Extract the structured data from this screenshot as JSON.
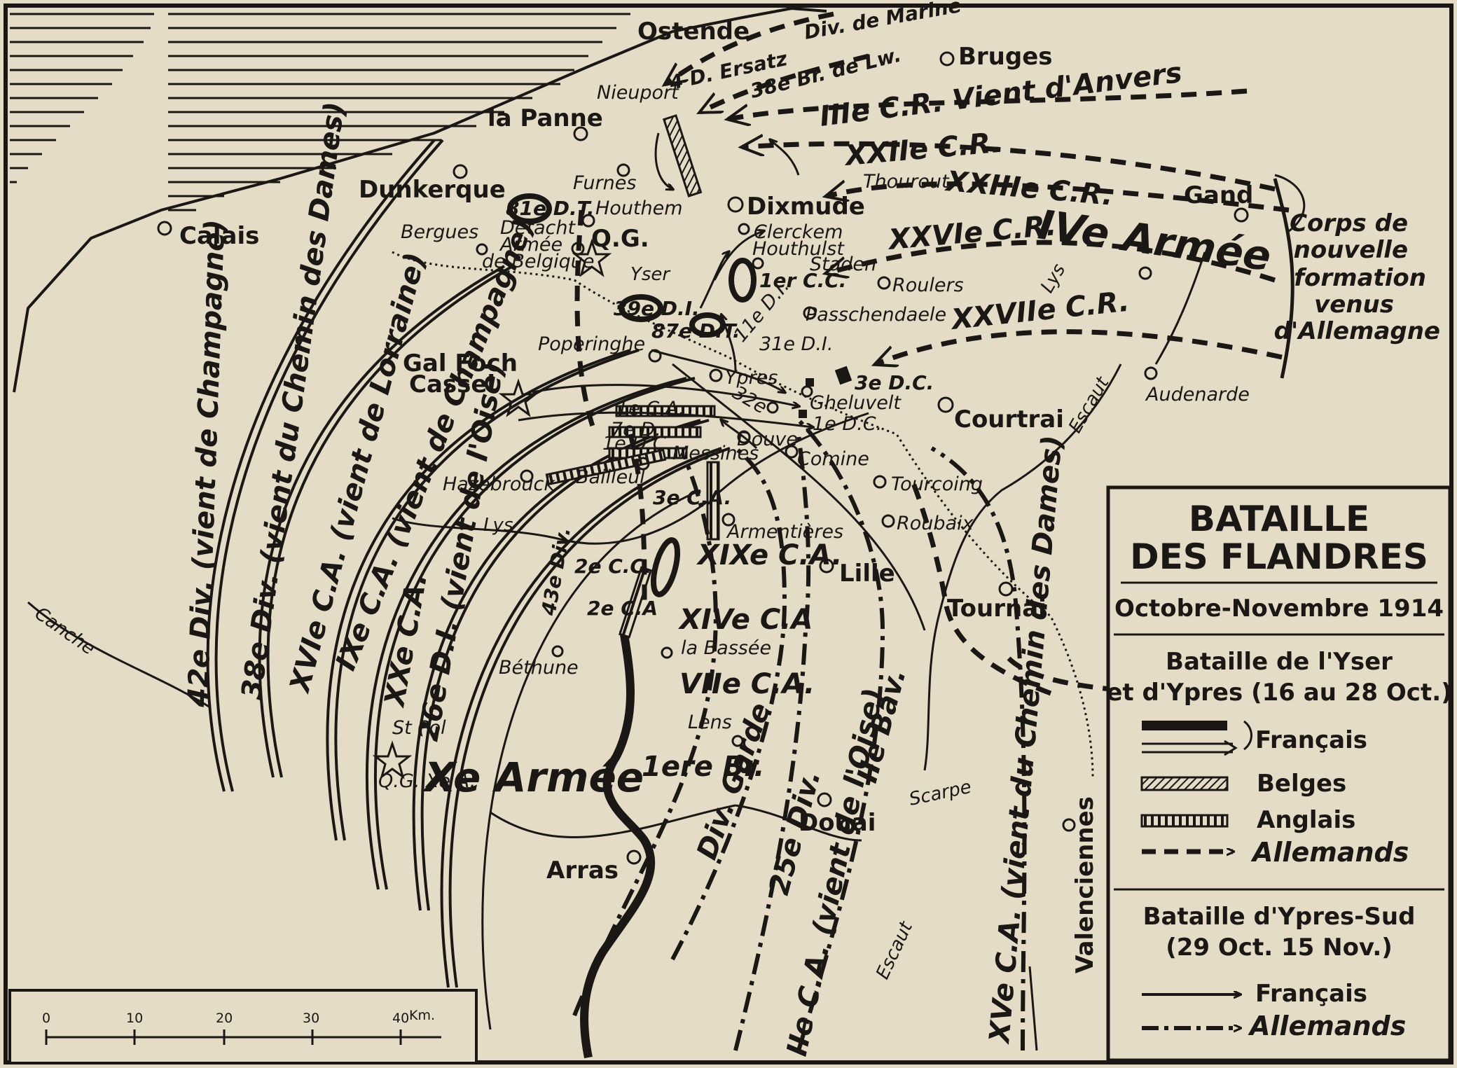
{
  "map": {
    "places": {
      "ostende": "Ostende",
      "bruges": "Bruges",
      "nieuport": "Nieuport",
      "la_panne": "la Panne",
      "dunkerque": "Dunkerque",
      "calais": "Calais",
      "furnes": "Furnes",
      "houthem": "Houthem",
      "dixmude": "Dixmude",
      "thourout": "Thourout",
      "gand": "Gand",
      "bergues": "Bergues",
      "qg": "Q.G.",
      "clerckem": "Clerckem",
      "houthulst": "Houthulst",
      "staden": "Staden",
      "roulers": "Roulers",
      "passchendaele": "Passchendaele",
      "poperinghe": "Poperinghe",
      "ypres": "Ypres",
      "gheluvelt": "Gheluvelt",
      "courtrai": "Courtrai",
      "audenarde": "Audenarde",
      "cassel": "Cassel",
      "foch": "Gal Foch",
      "hazebrouck": "Hazebrouck",
      "bailleul": "Bailleul",
      "messines": "Messines",
      "douve": "Douve",
      "comine": "Comine",
      "tourcoing": "Tourcoing",
      "roubaix": "Roubaix",
      "armentieres": "Armentières",
      "lille": "Lille",
      "tournai": "Tournai",
      "la_bassee": "la Bassée",
      "bethune": "Béthune",
      "lens": "Lens",
      "st_pol": "St Pol",
      "qg_xa": "Q.G. Xe A.",
      "douai": "Douai",
      "arras": "Arras",
      "valenciennes": "Valenciennes"
    },
    "rivers": {
      "yser": "Yser",
      "lys": "Lys",
      "lys2": "Lys",
      "escaut": "Escaut",
      "escaut2": "Escaut",
      "canche": "Canche",
      "scarpe": "Scarpe"
    },
    "units": {
      "div_marine": "Div. de Marine",
      "d_ersatz": "4 D. Ersatz",
      "br_lw": "38e Br. de Lw.",
      "iii_cr": "IIIe C.R. Vient d'Anvers",
      "xxii_cr": "XXIIe C.R.",
      "xxiii_cr": "XXIIIe C.R.",
      "xxvi_cr": "XXVIe C.R.",
      "iv_armee": "IVe Armée",
      "xxvii_cr": "XXVIIe C.R.",
      "d81": "81e D.T.",
      "detach": "Détacht",
      "armee_belg": "Armée",
      "de_belgique": "de Belgique",
      "d39": "39e D.I.",
      "d87": "87e D.T.",
      "cc1": "1er C.C.",
      "d11": "11e D.I.",
      "d31": "31e D.I.",
      "dc3": "3e D.C.",
      "dc1": "1e D.C.",
      "ca1": "1e C.A.",
      "d7": "7e D.",
      "dci1": "1e D.C.",
      "d32": "32e",
      "ca3": "3e C.A.",
      "cc2": "2e C.C.",
      "ca2": "2e C.A",
      "xix": "XIXe C.A.",
      "xiv": "XIVe C.A",
      "vii": "VIIe C.A.",
      "br1": "1ere Br.",
      "div_garde": "Div. Garde",
      "d25": "25e Div.",
      "ii_bav": "IIe Bav.",
      "d42": "42e Div. (vient de Champagne)",
      "d38": "38e Div. (vient du Chemin des Dames)",
      "xvi": "XVIe C.A. (vient de Lorraine)",
      "ix": "IXe C.A. (vient de Champagne)",
      "xx": "XXe C.A.",
      "d26": "26e D.I. (vient de l'Oise)",
      "d43": "43e Div.",
      "ii_ca": "IIe C.A. (vient de l'Oise)",
      "xv": "XVe C.A. (vient du Chemin des Dames)",
      "x_armee": "Xe Armée"
    },
    "corps_note": [
      "Corps de",
      "nouvelle",
      "formation",
      "venus",
      "d'Allemagne"
    ],
    "scale": {
      "ticks": [
        "0",
        "10",
        "20",
        "30",
        "40"
      ],
      "unit": "Km."
    }
  },
  "legend": {
    "title1": "BATAILLE",
    "title2": "DES FLANDRES",
    "dates": "Octobre-Novembre 1914",
    "sec1_1": "Bataille de l'Yser",
    "sec1_2": "et d'Ypres (16 au 28 Oct.)",
    "francais": "Français",
    "belges": "Belges",
    "anglais": "Anglais",
    "allemands": "Allemands",
    "sec2_1": "Bataille d'Ypres-Sud",
    "sec2_2": "(29 Oct. 15 Nov.)",
    "francais2": "Français",
    "allemands2": "Allemands"
  },
  "colors": {
    "paper": "#e4dcc6",
    "ink": "#1a1714"
  }
}
